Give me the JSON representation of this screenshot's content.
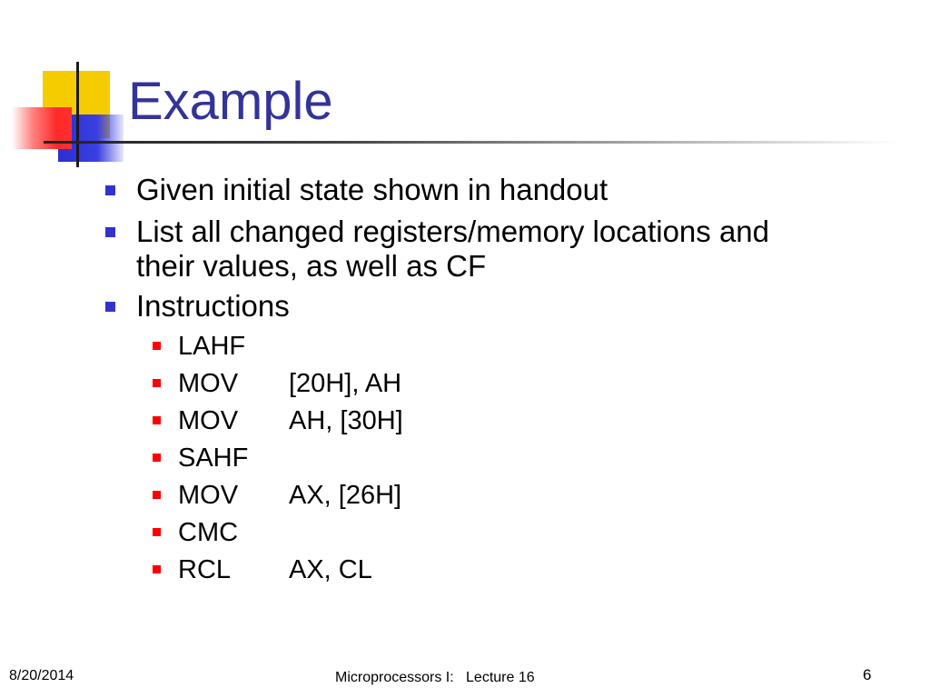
{
  "slide": {
    "title": "Example",
    "bullets": [
      {
        "text": "Given initial state shown in handout"
      },
      {
        "line1": "List all changed registers/memory locations and",
        "line2": "their values, as well as CF"
      },
      {
        "text": "Instructions"
      }
    ],
    "instructions": [
      {
        "op": "LAHF",
        "args": ""
      },
      {
        "op": "MOV",
        "args": "[20H], AH"
      },
      {
        "op": "MOV",
        "args": "AH, [30H]"
      },
      {
        "op": "SAHF",
        "args": ""
      },
      {
        "op": "MOV",
        "args": "AX, [26H]"
      },
      {
        "op": "CMC",
        "args": ""
      },
      {
        "op": "RCL",
        "args": "AX, CL"
      }
    ],
    "footer": {
      "date": "8/20/2014",
      "course": "Microprocessors I:   Lecture 16",
      "page": "6"
    }
  },
  "colors": {
    "title": "#333399",
    "level1_bullet": "#3333cc",
    "level2_bullet": "#ff0000",
    "accent_yellow": "#f5cc00",
    "accent_blue": "#2a2fd0",
    "accent_red": "#ff2a2a"
  }
}
